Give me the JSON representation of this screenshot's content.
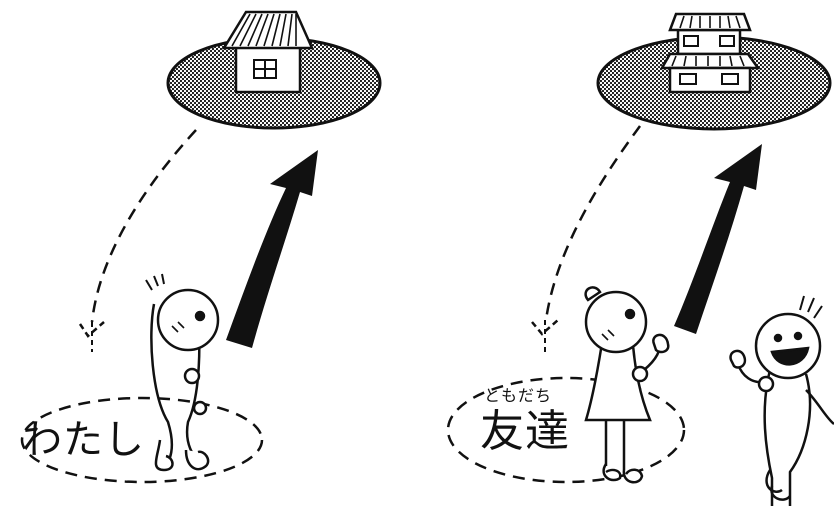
{
  "scene": {
    "left_panel": {
      "label": "わたし"
    },
    "right_panel": {
      "label": "友達",
      "ruby": "ともだち"
    }
  },
  "colors": {
    "line": "#111111",
    "ground_fill": "#8a8a8a",
    "background": "#ffffff"
  }
}
